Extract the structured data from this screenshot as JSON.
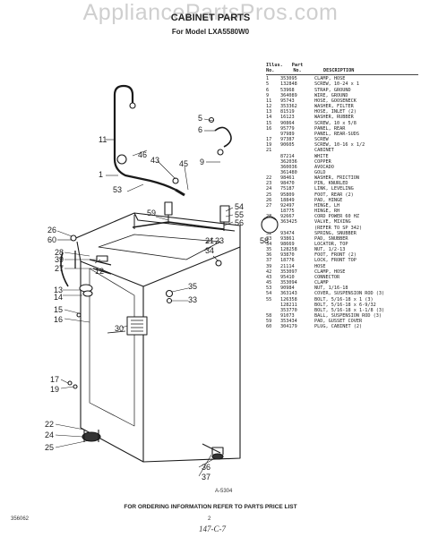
{
  "watermark": "AppliancePartsPros.com",
  "title": "CABINET PARTS",
  "subtitle": "For Model LXA5580W0",
  "parts_header": {
    "illus": "Illus.",
    "no": "No.",
    "part": "Part",
    "part_no": "No.",
    "description": "DESCRIPTION"
  },
  "parts": [
    {
      "n": "1",
      "p": "353095",
      "d": "CLAMP, HOSE"
    },
    {
      "n": "5",
      "p": "132848",
      "d": "SCREW, 10-24 x 1"
    },
    {
      "n": "6",
      "p": "53968",
      "d": "STRAP, GROUND"
    },
    {
      "n": "9",
      "p": "364089",
      "d": "WIRE, GROUND"
    },
    {
      "n": "11",
      "p": "95743",
      "d": "HOSE, GOOSENECK"
    },
    {
      "n": "12",
      "p": "353362",
      "d": "WASHER, FILTER"
    },
    {
      "n": "13",
      "p": "81519",
      "d": "HOSE, INLET (2)"
    },
    {
      "n": "14",
      "p": "16123",
      "d": "WASHER, RUBBER"
    },
    {
      "n": "15",
      "p": "90864",
      "d": "SCREW, 10 x 5/8"
    },
    {
      "n": "16",
      "p": "95779",
      "d": "PANEL, REAR"
    },
    {
      "n": "",
      "p": "97989",
      "d": "PANEL, REAR-SUDS"
    },
    {
      "n": "17",
      "p": "97387",
      "d": "SCREW"
    },
    {
      "n": "19",
      "p": "90605",
      "d": "SCREW, 10-16 x 1/2"
    },
    {
      "n": "21",
      "p": "",
      "d": "CABINET"
    },
    {
      "n": "",
      "p": "87214",
      "d": "WHITE"
    },
    {
      "n": "",
      "p": "362036",
      "d": "COPPER"
    },
    {
      "n": "",
      "p": "360036",
      "d": "AVOCADO"
    },
    {
      "n": "",
      "p": "361480",
      "d": "GOLD"
    },
    {
      "n": "22",
      "p": "98461",
      "d": "WASHER, FRICTION"
    },
    {
      "n": "23",
      "p": "98470",
      "d": "PIN, KNURLED"
    },
    {
      "n": "24",
      "p": "75187",
      "d": "LINK, LEVELING"
    },
    {
      "n": "25",
      "p": "95809",
      "d": "FOOT, REAR (2)"
    },
    {
      "n": "26",
      "p": "18849",
      "d": "PAD, HINGE"
    },
    {
      "n": "27",
      "p": "92497",
      "d": "HINGE, LH"
    },
    {
      "n": "",
      "p": "18775",
      "d": "HINGE, RH"
    },
    {
      "n": "28",
      "p": "92667",
      "d": "CORD POWER 60 HZ"
    },
    {
      "n": "30",
      "p": "363425",
      "d": "VALVE, MIXING"
    },
    {
      "n": "",
      "p": "",
      "d": "(REFER TO SP 342)"
    },
    {
      "n": "32",
      "p": "93474",
      "d": "SPRING, SNUBBER"
    },
    {
      "n": "33",
      "p": "93861",
      "d": "PAD, SNUBBER"
    },
    {
      "n": "34",
      "p": "98669",
      "d": "LOCATOR, TOP"
    },
    {
      "n": "35",
      "p": "128258",
      "d": "NUT, 1/2-13"
    },
    {
      "n": "36",
      "p": "93870",
      "d": "FOOT, FRONT (2)"
    },
    {
      "n": "37",
      "p": "18776",
      "d": "LOCK, FRONT TOP"
    },
    {
      "n": "39",
      "p": "21114",
      "d": "HOSE"
    },
    {
      "n": "42",
      "p": "353097",
      "d": "CLAMP, HOSE"
    },
    {
      "n": "43",
      "p": "95410",
      "d": "CONNECTOR"
    },
    {
      "n": "45",
      "p": "353094",
      "d": "CLAMP"
    },
    {
      "n": "53",
      "p": "90984",
      "d": "NUT, 1/16-18"
    },
    {
      "n": "54",
      "p": "363143",
      "d": "COVER, SUSPENSION ROD (3)"
    },
    {
      "n": "55",
      "p": "126358",
      "d": "BOLT, 5/16-18 x 1 (3)"
    },
    {
      "n": "",
      "p": "128211",
      "d": "BOLT, 5/16-18 x 6-9/32"
    },
    {
      "n": "",
      "p": "353770",
      "d": "BOLT, 5/16-18 x 1-1/8 (3)"
    },
    {
      "n": "58",
      "p": "91073",
      "d": "BALL, SUSPENSION ROD (3)"
    },
    {
      "n": "59",
      "p": "353434",
      "d": "PAD, GUSSET COVER"
    },
    {
      "n": "60",
      "p": "304179",
      "d": "PLUG, CABINET (2)"
    }
  ],
  "callouts": {
    "c5": "5",
    "c6": "6",
    "c9": "9",
    "c11": "11",
    "c46": "46",
    "c43": "43",
    "c45": "45",
    "c53": "53",
    "c1": "1",
    "c59": "59",
    "c54": "54",
    "c55": "55",
    "c56": "56",
    "c58": "58",
    "c26": "26",
    "c60": "60",
    "c28": "28",
    "c39": "39",
    "c27": "27",
    "c12": "12",
    "c21": "21",
    "c23": "23",
    "c34": "34",
    "c13": "13",
    "c14": "14",
    "c35": "35",
    "c33": "33",
    "c15": "15",
    "c16": "16",
    "c30": "30",
    "c17": "17",
    "c19": "19",
    "c22": "22",
    "c24": "24",
    "c25": "25",
    "c36": "36",
    "c37": "37"
  },
  "figure_number": "A-5304",
  "footer": "FOR ORDERING INFORMATION REFER TO PARTS PRICE LIST",
  "doc_code": "356062",
  "page_number": "2",
  "handwritten": "147-C-7"
}
